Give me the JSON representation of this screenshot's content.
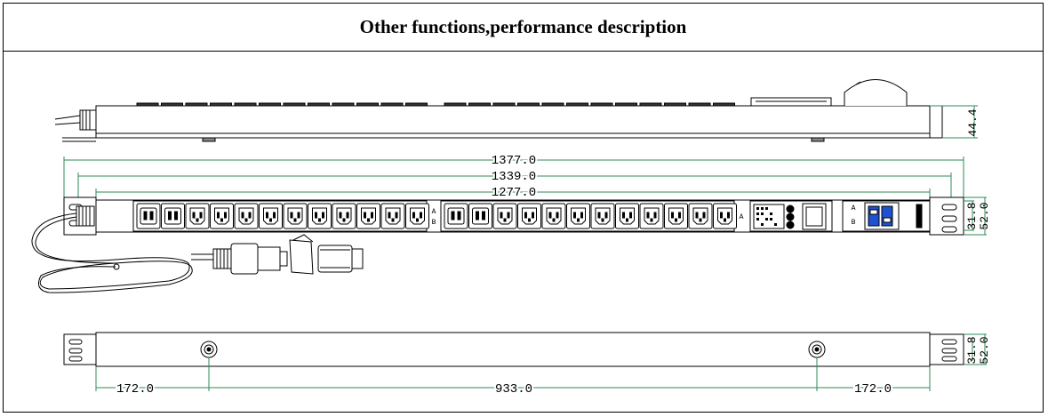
{
  "title": "Other  functions,performance description",
  "dimensions": {
    "top_height": "44.4",
    "overall_length": "1377.0",
    "mid_length": "1339.0",
    "inner_length": "1277.0",
    "front_inner_height": "31.8",
    "front_outer_height": "52.0",
    "rear_inner_height": "31.8",
    "rear_outer_height": "52.0",
    "left_offset": "172.0",
    "center_span": "933.0",
    "right_offset": "172.0"
  },
  "section_labels": {
    "outlet_group_a": "A",
    "outlet_group_b": "B",
    "breaker_a": "A",
    "breaker_b": "B"
  },
  "colors": {
    "line": "#000000",
    "dimension": "#2e8b57",
    "breaker": "#1e50d0"
  },
  "front_outlets": {
    "group1": [
      "C19",
      "C19",
      "C13",
      "C13",
      "C13",
      "C13",
      "C13",
      "C13",
      "C13",
      "C13",
      "C13",
      "C13"
    ],
    "group2": [
      "C19",
      "C19",
      "C13",
      "C13",
      "C13",
      "C13",
      "C13",
      "C13",
      "C13",
      "C13",
      "C13",
      "C13"
    ]
  }
}
